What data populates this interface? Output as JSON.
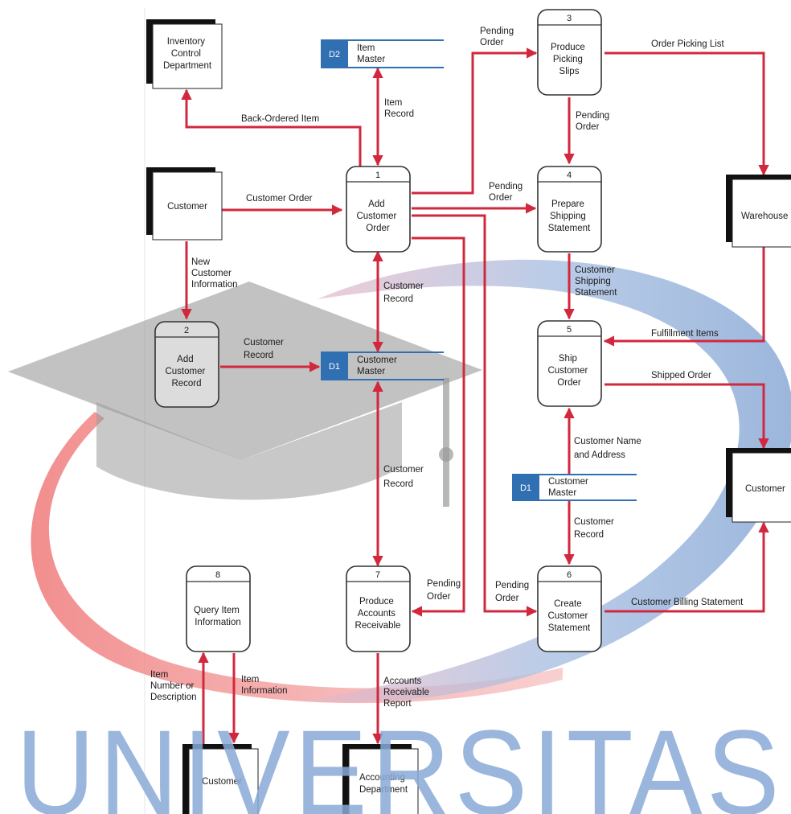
{
  "watermark": {
    "text": "UNIVERSITAS"
  },
  "external_entities": {
    "inventory_control": [
      "Inventory",
      "Control",
      "Department"
    ],
    "customer_top": [
      "Customer"
    ],
    "warehouse": [
      "Warehouse"
    ],
    "customer_right": [
      "Customer"
    ],
    "customer_bottom": [
      "Customer"
    ],
    "accounting": [
      "Accounting",
      "Department"
    ]
  },
  "processes": {
    "p1": {
      "number": "1",
      "lines": [
        "Add",
        "Customer",
        "Order"
      ]
    },
    "p2": {
      "number": "2",
      "lines": [
        "Add",
        "Customer",
        "Record"
      ]
    },
    "p3": {
      "number": "3",
      "lines": [
        "Produce",
        "Picking",
        "Slips"
      ]
    },
    "p4": {
      "number": "4",
      "lines": [
        "Prepare",
        "Shipping",
        "Statement"
      ]
    },
    "p5": {
      "number": "5",
      "lines": [
        "Ship",
        "Customer",
        "Order"
      ]
    },
    "p6": {
      "number": "6",
      "lines": [
        "Create",
        "Customer",
        "Statement"
      ]
    },
    "p7": {
      "number": "7",
      "lines": [
        "Produce",
        "Accounts",
        "Receivable"
      ]
    },
    "p8": {
      "number": "8",
      "lines": [
        "Query Item",
        "Information"
      ]
    }
  },
  "data_stores": {
    "d2_item": {
      "id": "D2",
      "lines": [
        "Item",
        "Master"
      ]
    },
    "d1_center": {
      "id": "D1",
      "lines": [
        "Customer",
        "Master"
      ]
    },
    "d1_right": {
      "id": "D1",
      "lines": [
        "Customer",
        "Master"
      ]
    }
  },
  "flows": {
    "back_ordered": [
      "Back-Ordered Item"
    ],
    "item_record": [
      "Item",
      "Record"
    ],
    "pending_order_top": [
      "Pending",
      "Order"
    ],
    "order_picking_list": [
      "Order Picking List"
    ],
    "pending_order_p3_p4": [
      "Pending",
      "Order"
    ],
    "customer_order": [
      "Customer Order"
    ],
    "pending_order_p1_p4": [
      "Pending",
      "Order"
    ],
    "new_customer_info": [
      "New",
      "Customer",
      "Information"
    ],
    "customer_record_p1": [
      "Customer",
      "Record"
    ],
    "customer_shipping_statement": [
      "Customer",
      "Shipping",
      "Statement"
    ],
    "customer_record_p2": [
      "Customer",
      "Record"
    ],
    "fulfillment_items": [
      "Fulfillment Items"
    ],
    "shipped_order": [
      "Shipped Order"
    ],
    "customer_name_address": [
      "Customer Name",
      "and Address"
    ],
    "customer_record_p7": [
      "Customer",
      "Record"
    ],
    "customer_record_p6": [
      "Customer",
      "Record"
    ],
    "pending_order_p7": [
      "Pending",
      "Order"
    ],
    "pending_order_p6": [
      "Pending",
      "Order"
    ],
    "customer_billing_statement": [
      "Customer Billing Statement"
    ],
    "item_number": [
      "Item",
      "Number or",
      "Description"
    ],
    "item_information": [
      "Item",
      "Information"
    ],
    "accounts_receivable_report": [
      "Accounts",
      "Receivable",
      "Report"
    ]
  },
  "colors": {
    "flow": "#d2283e",
    "data_store_id_fill": "#2f6fb2",
    "watermark_blue": "#8aa9d6",
    "watermark_red": "#f08a8a",
    "watermark_gray": "#9a9a9a"
  }
}
